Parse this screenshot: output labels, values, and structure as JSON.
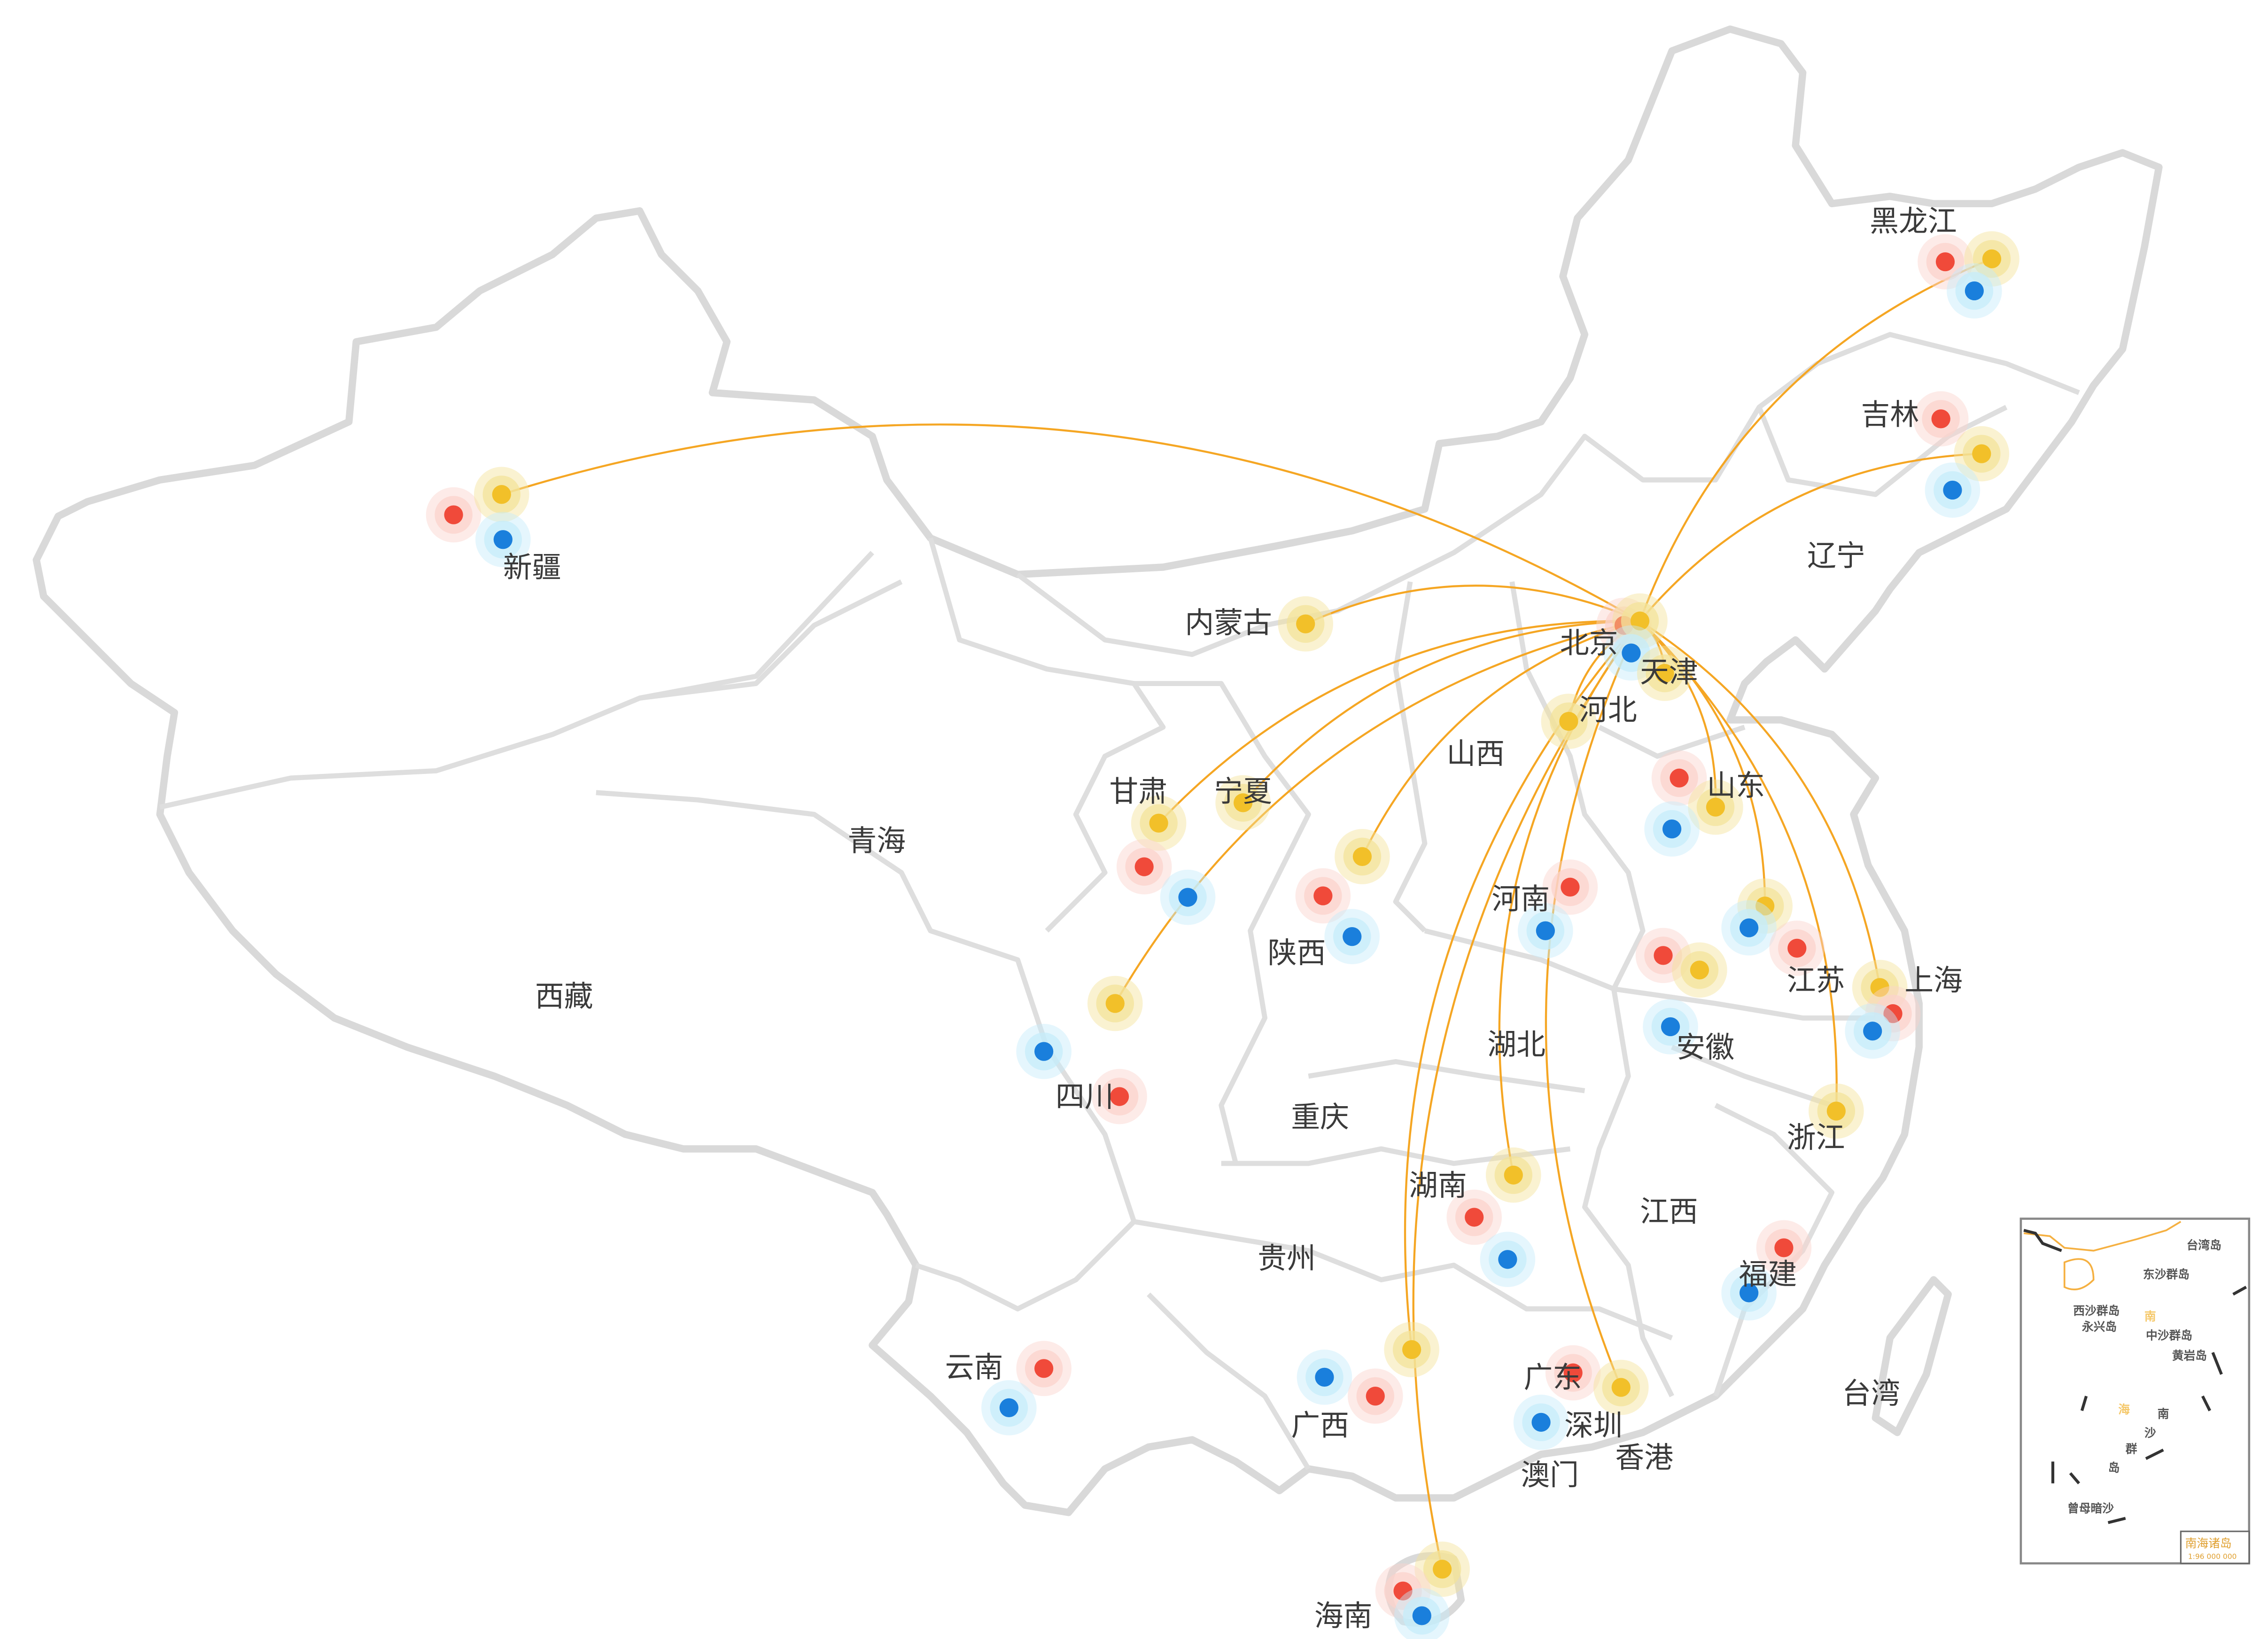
{
  "map": {
    "origin": "北京",
    "series": [
      {
        "name": "red",
        "color": "#f04a3a",
        "halo": "#fbd3cc"
      },
      {
        "name": "yellow",
        "color": "#f2c029",
        "halo": "#f3e39a"
      },
      {
        "name": "blue",
        "color": "#1a7fdc",
        "halo": "#c5ecfa"
      }
    ],
    "arc_color": "#f5a623",
    "provinces": [
      {
        "name": "新疆",
        "points": [
          "red",
          "yellow",
          "blue"
        ]
      },
      {
        "name": "黑龙江",
        "points": [
          "red",
          "yellow",
          "blue"
        ]
      },
      {
        "name": "吉林",
        "points": [
          "red",
          "yellow",
          "blue"
        ]
      },
      {
        "name": "辽宁",
        "points": []
      },
      {
        "name": "内蒙古",
        "points": [
          "yellow"
        ]
      },
      {
        "name": "北京",
        "points": [
          "red",
          "yellow",
          "blue"
        ]
      },
      {
        "name": "天津",
        "points": [
          "yellow"
        ]
      },
      {
        "name": "河北",
        "points": [
          "yellow"
        ]
      },
      {
        "name": "山西",
        "points": []
      },
      {
        "name": "山东",
        "points": [
          "red",
          "yellow",
          "blue"
        ]
      },
      {
        "name": "甘肃",
        "points": [
          "yellow",
          "red",
          "blue"
        ]
      },
      {
        "name": "宁夏",
        "points": [
          "yellow"
        ]
      },
      {
        "name": "青海",
        "points": []
      },
      {
        "name": "陕西",
        "points": [
          "red",
          "yellow",
          "blue"
        ]
      },
      {
        "name": "河南",
        "points": [
          "red",
          "blue"
        ]
      },
      {
        "name": "江苏",
        "points": [
          "yellow",
          "blue",
          "red"
        ]
      },
      {
        "name": "上海",
        "points": [
          "yellow",
          "red",
          "blue"
        ]
      },
      {
        "name": "安徽",
        "points": [
          "red",
          "yellow",
          "blue"
        ]
      },
      {
        "name": "西藏",
        "points": []
      },
      {
        "name": "湖北",
        "points": []
      },
      {
        "name": "四川",
        "points": [
          "yellow",
          "blue",
          "red"
        ]
      },
      {
        "name": "重庆",
        "points": []
      },
      {
        "name": "浙江",
        "points": [
          "yellow"
        ]
      },
      {
        "name": "湖南",
        "points": [
          "yellow",
          "red",
          "blue"
        ]
      },
      {
        "name": "江西",
        "points": []
      },
      {
        "name": "贵州",
        "points": []
      },
      {
        "name": "福建",
        "points": [
          "red",
          "blue"
        ]
      },
      {
        "name": "云南",
        "points": [
          "red",
          "blue"
        ]
      },
      {
        "name": "广西",
        "points": [
          "blue",
          "red",
          "yellow"
        ]
      },
      {
        "name": "广东",
        "points": [
          "red",
          "yellow"
        ]
      },
      {
        "name": "深圳",
        "points": [
          "blue"
        ]
      },
      {
        "name": "香港",
        "points": []
      },
      {
        "name": "澳门",
        "points": []
      },
      {
        "name": "台湾",
        "points": []
      },
      {
        "name": "海南",
        "points": [
          "yellow",
          "red",
          "blue"
        ]
      }
    ],
    "routes": [
      "新疆",
      "黑龙江",
      "吉林",
      "内蒙古",
      "甘肃",
      "宁夏",
      "四川",
      "陕西",
      "河北",
      "天津",
      "山东",
      "江苏",
      "上海",
      "浙江",
      "湖南",
      "广东",
      "广西",
      "海南"
    ]
  },
  "inset": {
    "title": "南海诸岛",
    "scale": "1:96 000 000",
    "labels": [
      "台湾岛",
      "东沙群岛",
      "西沙群岛",
      "永兴岛",
      "中沙群岛",
      "黄岩岛",
      "南",
      "沙",
      "群",
      "岛",
      "曾母暗沙",
      "南",
      "海"
    ]
  }
}
